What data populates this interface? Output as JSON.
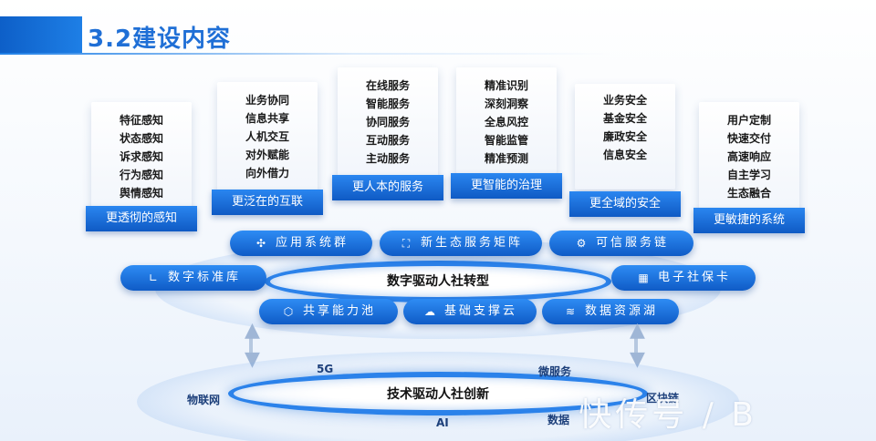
{
  "title": "3.2建设内容",
  "cards": [
    {
      "items": [
        "特征感知",
        "状态感知",
        "诉求感知",
        "行为感知",
        "舆情感知"
      ],
      "label": "更透彻的感知"
    },
    {
      "items": [
        "业务协同",
        "信息共享",
        "人机交互",
        "对外赋能",
        "向外借力"
      ],
      "label": "更泛在的互联"
    },
    {
      "items": [
        "在线服务",
        "智能服务",
        "协同服务",
        "互动服务",
        "主动服务"
      ],
      "label": "更人本的服务"
    },
    {
      "items": [
        "精准识别",
        "深刻洞察",
        "全息风控",
        "智能监管",
        "精准预测"
      ],
      "label": "更智能的治理"
    },
    {
      "items": [
        "业务安全",
        "基金安全",
        "廉政安全",
        "信息安全"
      ],
      "label": "更全域的安全"
    },
    {
      "items": [
        "用户定制",
        "快速交付",
        "高速响应",
        "自主学习",
        "生态融合"
      ],
      "label": "更敏捷的系统"
    }
  ],
  "upper_ring": {
    "title": "数字驱动人社转型"
  },
  "pills": [
    {
      "label": "应用系统群",
      "icon": "network-icon"
    },
    {
      "label": "新生态服务矩阵",
      "icon": "frame-icon"
    },
    {
      "label": "可信服务链",
      "icon": "gear-icon"
    },
    {
      "label": "数字标准库",
      "icon": "corner-icon"
    },
    {
      "label": "电子社保卡",
      "icon": "card-icon"
    },
    {
      "label": "共享能力池",
      "icon": "cube-icon"
    },
    {
      "label": "基础支撑云",
      "icon": "cloud-icon"
    },
    {
      "label": "数据资源湖",
      "icon": "layers-icon"
    }
  ],
  "lower_ring": {
    "title": "技术驱动人社创新"
  },
  "tech_labels": [
    "5G",
    "微服务",
    "物联网",
    "区块链",
    "AI",
    "数据"
  ],
  "watermark": "快传号 / B"
}
